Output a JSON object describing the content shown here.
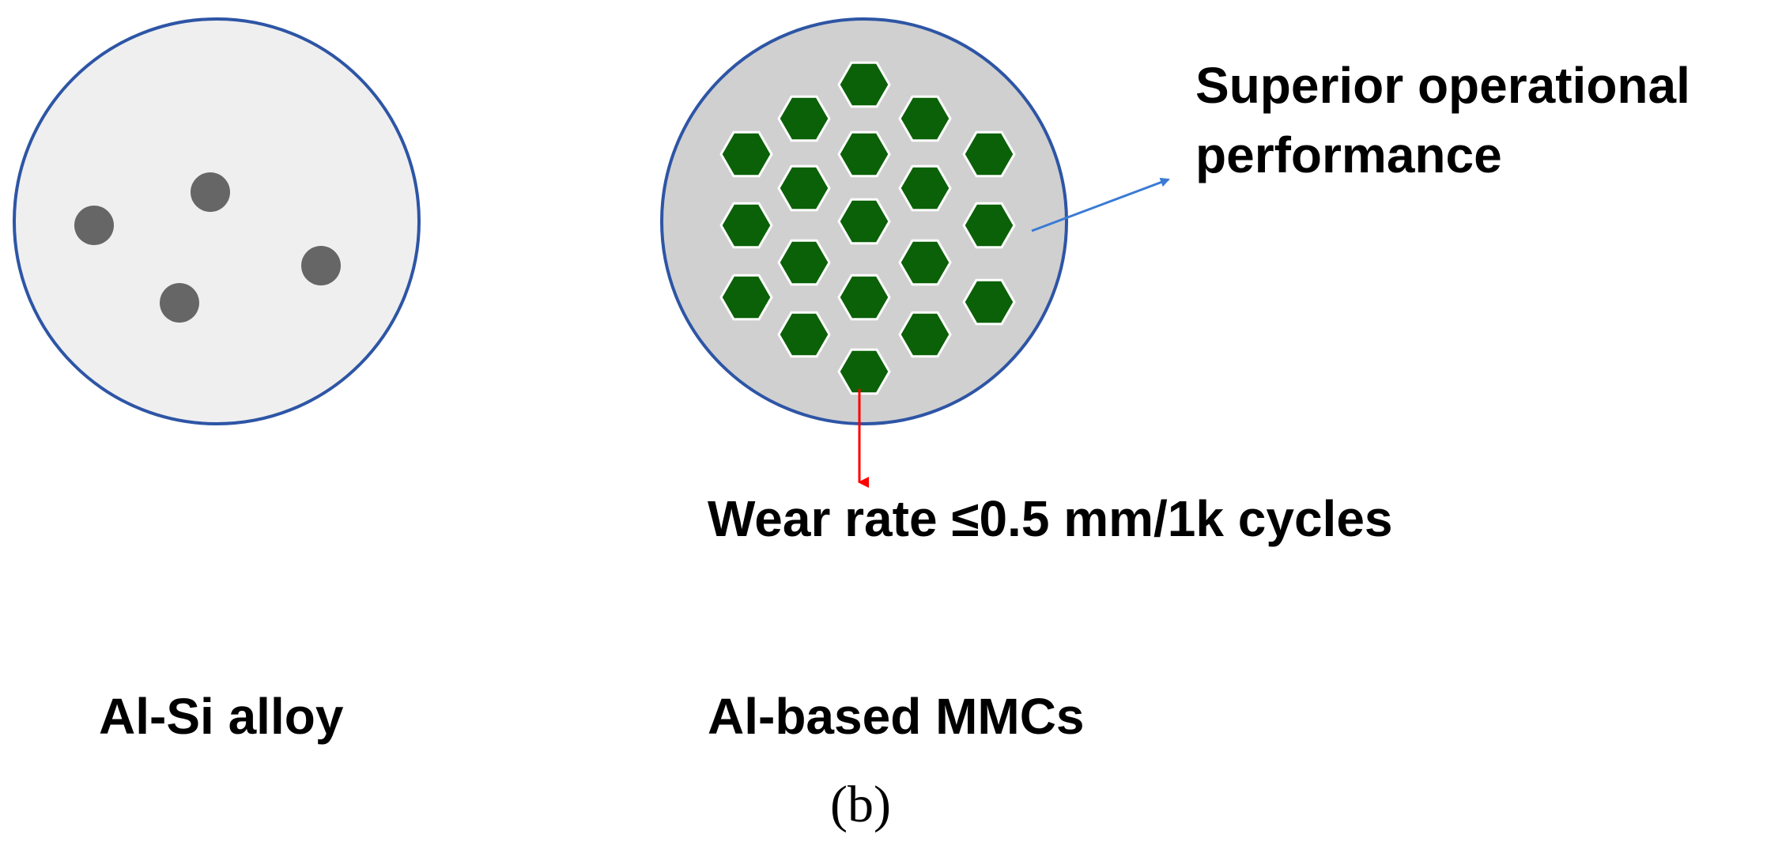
{
  "labels": {
    "superior_line1": "Superior operational",
    "superior_line2": "performance",
    "wear_rate": "Wear rate ≤0.5 mm/1k cycles",
    "al_si_alloy": "Al-Si alloy",
    "al_based_mmcs": "Al-based MMCs",
    "panel": "(b)"
  },
  "colors": {
    "circle_outline": "#2e55a5",
    "alsi_fill": "#efeff0",
    "mmc_fill": "#d0d0d0",
    "particle_fill": "#666666",
    "hexagon_fill": "#0b6108",
    "hexagon_stroke": "#ffffff",
    "blue_arrow": "#3a7bd5",
    "red_arrow": "#ff0000"
  },
  "icons": {
    "particle": "circle-particle",
    "reinforcement": "hexagon-particle"
  }
}
